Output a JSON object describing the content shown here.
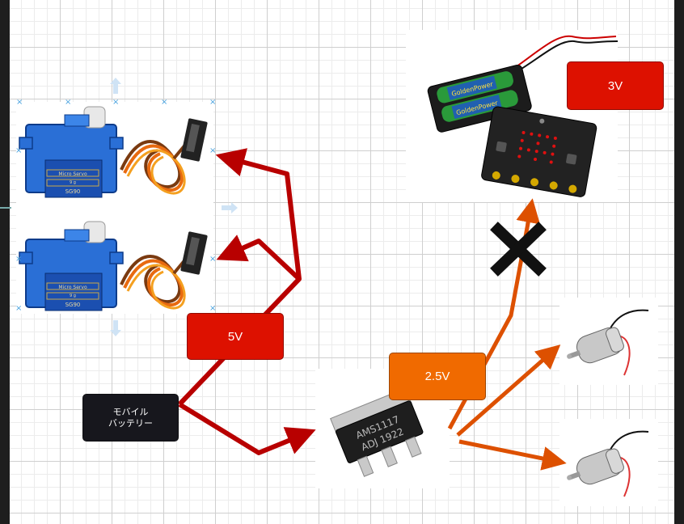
{
  "labels": {
    "battery": "モバイル\nバッテリー",
    "v5": "5V",
    "v25": "2.5V",
    "v3": "3V"
  },
  "servo": {
    "text_line1": "Micro Servo",
    "text_line2": "9 g",
    "text_line3": "SG90"
  },
  "regulator": {
    "line1": "AMS1117",
    "line2": "ADJ 1922"
  },
  "battery_holder": {
    "brand": "GoldenPower"
  },
  "colors": {
    "red_label": "#dd1100",
    "orange_label": "#f06a00",
    "arrow_dark_red": "#c00000",
    "arrow_orange": "#e25500",
    "servo_blue": "#1f5fc8",
    "microbit_black": "#222222"
  },
  "icons": {
    "cross": "x-mark-icon",
    "servo": "servo-motor-icon",
    "motor": "dc-motor-icon",
    "board": "microbit-board-icon"
  }
}
